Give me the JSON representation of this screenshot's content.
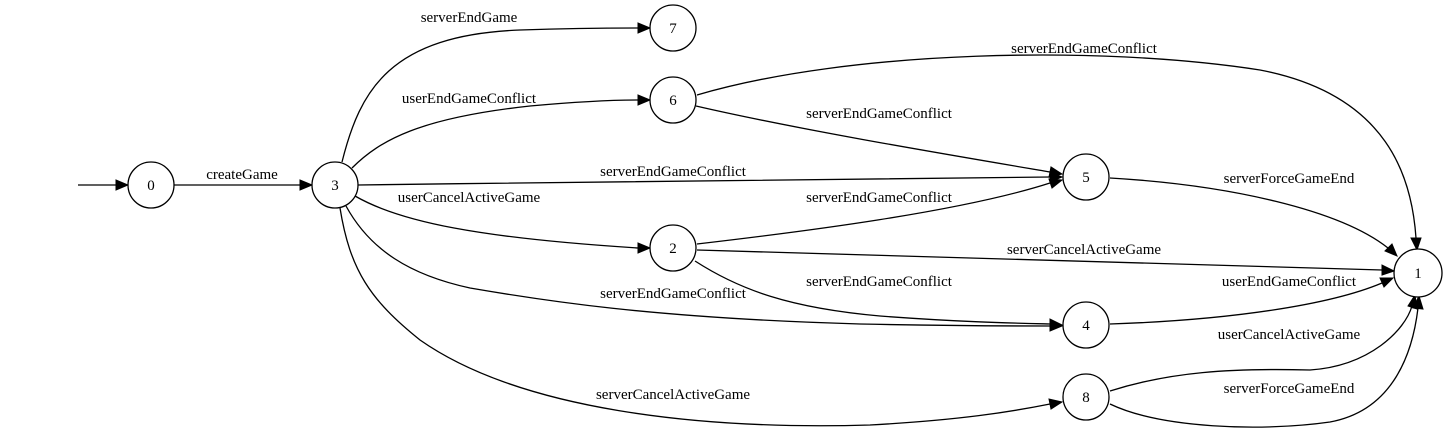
{
  "nodes": {
    "n0": "0",
    "n1": "1",
    "n2": "2",
    "n3": "3",
    "n4": "4",
    "n5": "5",
    "n6": "6",
    "n7": "7",
    "n8": "8"
  },
  "edges": {
    "e0_3": "createGame",
    "e3_7": "serverEndGame",
    "e3_6": "userEndGameConflict",
    "e3_5": "serverEndGameConflict",
    "e3_2": "userCancelActiveGame",
    "e3_4": "serverEndGameConflict",
    "e3_8": "serverCancelActiveGame",
    "e6_1": "serverEndGameConflict",
    "e6_5": "serverEndGameConflict",
    "e2_5": "serverEndGameConflict",
    "e2_1": "serverCancelActiveGame",
    "e2_4": "serverEndGameConflict",
    "e5_1": "serverForceGameEnd",
    "e4_1": "userEndGameConflict",
    "e8_1a": "userCancelActiveGame",
    "e8_1b": "serverForceGameEnd"
  }
}
